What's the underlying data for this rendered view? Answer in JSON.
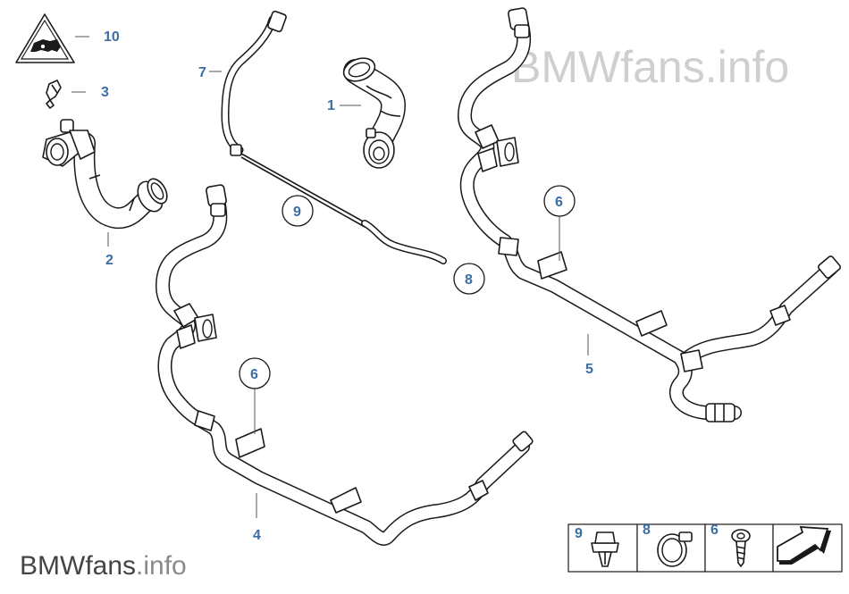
{
  "watermark_top": {
    "brand": "BMWfans",
    "suffix": ".info"
  },
  "watermark_bottom": {
    "brand": "BMWfans",
    "suffix": ".info"
  },
  "part_labels": {
    "p10": "10",
    "p3": "3",
    "p2": "2",
    "p7": "7",
    "p1": "1",
    "p9": "9",
    "p8": "8",
    "p4": "4",
    "p6a": "6",
    "p6b": "6",
    "p5": "5"
  },
  "legend": [
    {
      "number": "9",
      "icon": "plastic-clip-icon"
    },
    {
      "number": "8",
      "icon": "hose-clamp-icon"
    },
    {
      "number": "6",
      "icon": "screw-icon"
    },
    {
      "number": "",
      "icon": "next-arrow-icon"
    }
  ]
}
